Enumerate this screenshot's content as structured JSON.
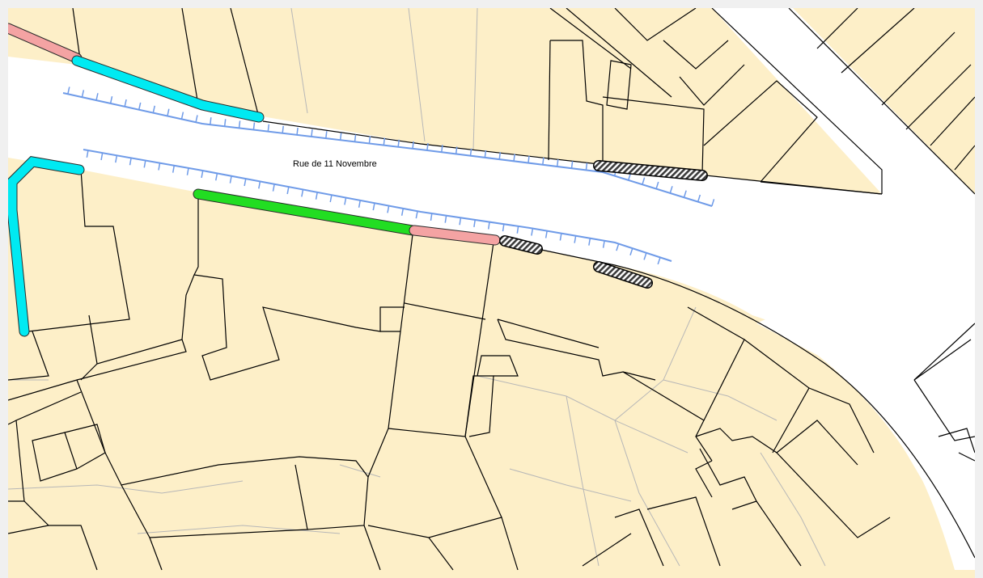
{
  "map": {
    "colors": {
      "background": "#fdefc8",
      "road": "#ffffff",
      "page_border": "#f0f0f0",
      "parcel_line": "#000000",
      "sub_parcel_line": "#b7b7b7",
      "kerb": "#6f9be8",
      "segment_cyan": "#00eaf2",
      "segment_pink": "#f4a3a3",
      "segment_green": "#22dd22",
      "segment_hatched": "#3b3b3b"
    },
    "streets": [
      {
        "name": "Rue de 11 Novembre"
      }
    ],
    "highlighted_segments": [
      {
        "type": "cyan",
        "count": 4
      },
      {
        "type": "pink",
        "count": 2
      },
      {
        "type": "green",
        "count": 1
      },
      {
        "type": "hatched",
        "count": 3
      }
    ]
  }
}
